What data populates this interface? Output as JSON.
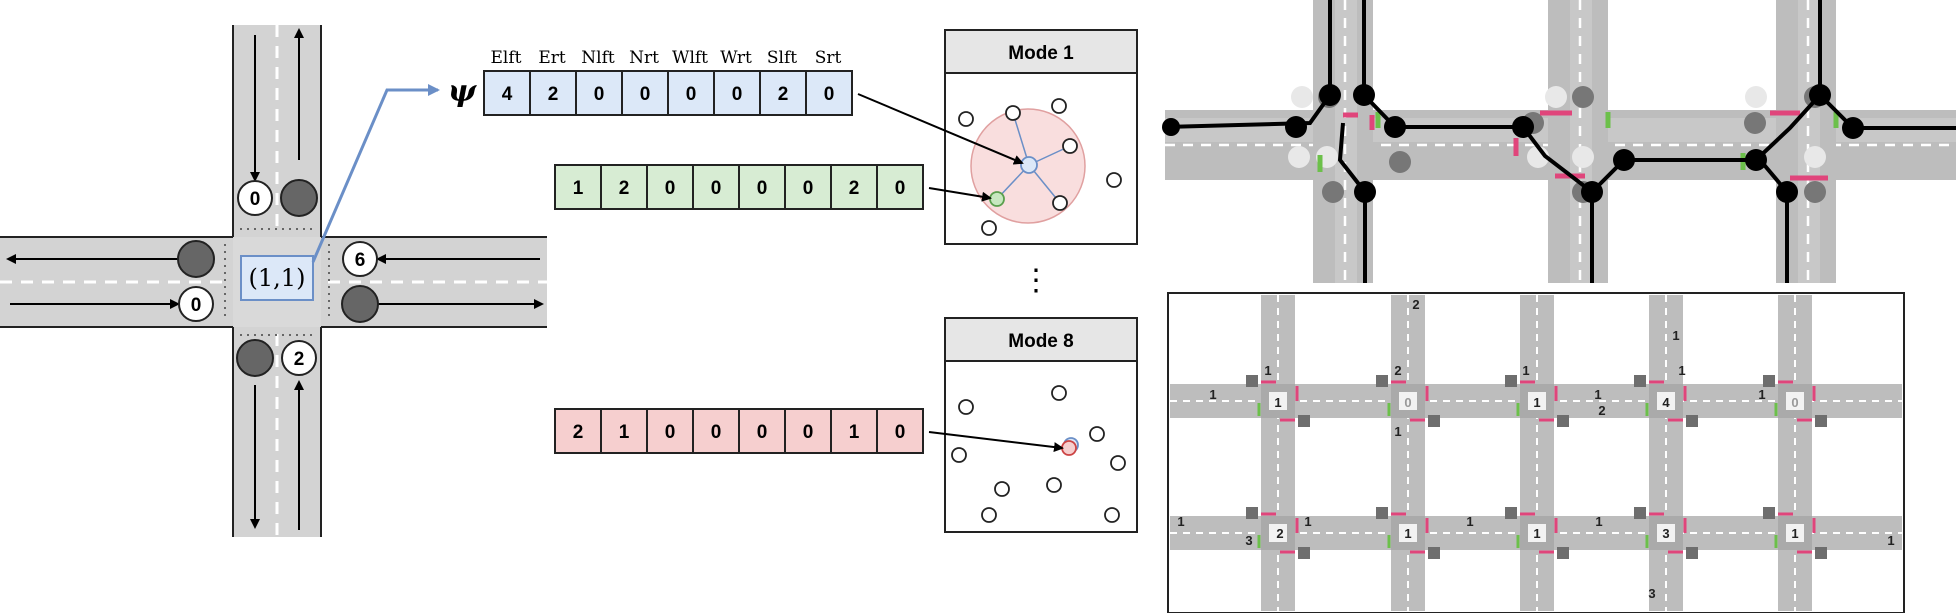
{
  "intersection": {
    "label": "(1,1)",
    "counts": {
      "north_in": "0",
      "east_in": "6",
      "west_in": "0",
      "south_in": "2"
    }
  },
  "psi_symbol": "ψ",
  "column_headers": [
    "Elft",
    "Ert",
    "Nlft",
    "Nrt",
    "Wlft",
    "Wrt",
    "Slft",
    "Srt"
  ],
  "vectors": {
    "psi": [
      "4",
      "2",
      "0",
      "0",
      "0",
      "0",
      "2",
      "0"
    ],
    "green": [
      "1",
      "2",
      "0",
      "0",
      "0",
      "0",
      "2",
      "0"
    ],
    "red": [
      "2",
      "1",
      "0",
      "0",
      "0",
      "0",
      "1",
      "0"
    ]
  },
  "colors": {
    "psi_fill": "#dce8f8",
    "green_fill": "#d7ecd3",
    "red_fill": "#f6cfcf",
    "connector": "#6b8fc7",
    "mode_circle": "#f9dede",
    "pink": "#e0457b",
    "green": "#6cc04a"
  },
  "modes": [
    {
      "title": "Mode 1"
    },
    {
      "title": "Mode 8"
    }
  ],
  "ellipsis": "⋮",
  "grid_numbers": {
    "r1": [
      "1",
      "1",
      "1",
      "1",
      "1"
    ],
    "center1": [
      "1",
      "0",
      "1",
      "4",
      "0"
    ],
    "top": [
      "2",
      "2",
      "1"
    ],
    "r2": [
      "2",
      "1",
      "1",
      "3",
      "1"
    ],
    "misc": [
      "1",
      "2",
      "1",
      "1",
      "1",
      "3",
      "3",
      "1",
      "1",
      "1"
    ]
  }
}
